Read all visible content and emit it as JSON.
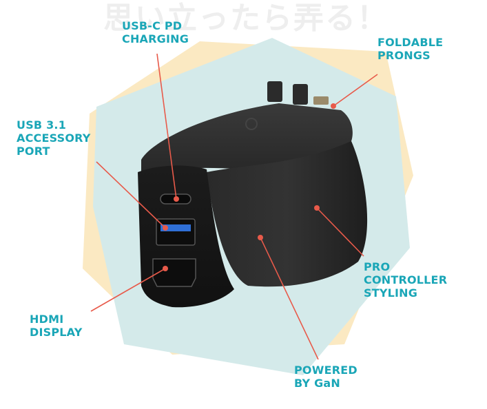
{
  "watermark": "思い立ったら弄る！",
  "callouts": {
    "usbc": "USB-C PD\nCHARGING",
    "prongs": "FOLDABLE\nPRONGS",
    "usb31": "USB 3.1\nACCESSORY\nPORT",
    "pro": "PRO\nCONTROLLER\nSTYLING",
    "hdmi": "HDMI\nDISPLAY",
    "gan": "POWERED\nBY GaN"
  },
  "colors": {
    "label": "#1aa6b7",
    "hexagon": "#d4eaea",
    "backdrop": "#fbe9c2",
    "leader": "#e85a4a",
    "device": "#222222"
  }
}
